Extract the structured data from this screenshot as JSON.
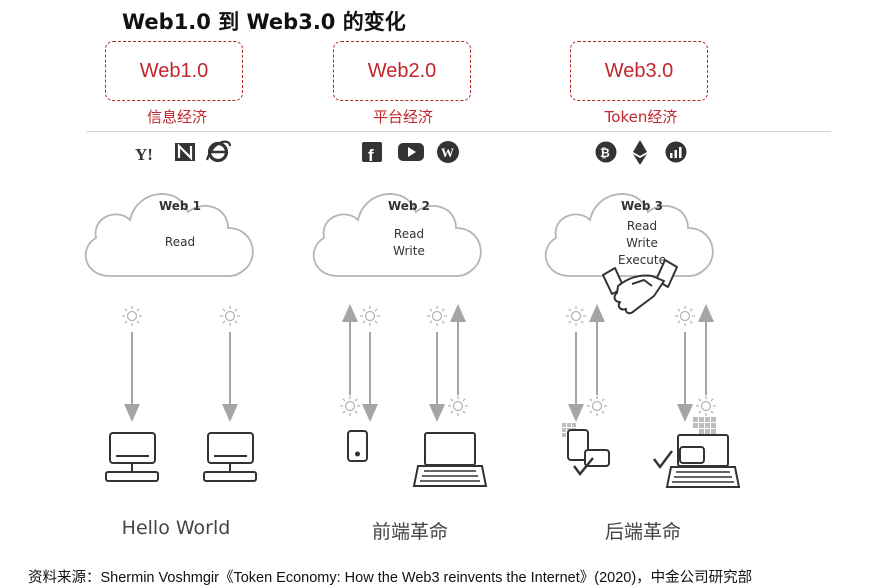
{
  "title": "Web1.0 到 Web3.0 的变化",
  "generations": [
    {
      "label": "Web1.0",
      "economy": "信息经济",
      "cloud_title": "Web 1",
      "cloud_lines": [
        "Read"
      ],
      "icons": [
        "yahoo-icon",
        "netscape-icon",
        "internet-explorer-icon"
      ],
      "bottom": "Hello World"
    },
    {
      "label": "Web2.0",
      "economy": "平台经济",
      "cloud_title": "Web 2",
      "cloud_lines": [
        "Read",
        "Write"
      ],
      "icons": [
        "facebook-icon",
        "youtube-icon",
        "wordpress-icon"
      ],
      "bottom": "前端革命"
    },
    {
      "label": "Web3.0",
      "economy": "Token经济",
      "cloud_title": "Web 3",
      "cloud_lines": [
        "Read",
        "Write",
        "Execute"
      ],
      "icons": [
        "bitcoin-icon",
        "ethereum-icon",
        "chart-coin-icon"
      ],
      "bottom": "后端革命"
    }
  ],
  "icon_glyphs": {
    "yahoo": "Y!",
    "facebook": "f",
    "wordpress": "W",
    "bitcoin": "₿"
  },
  "caption": "资料来源：Shermin Voshmgir《Token Economy: How the Web3 reinvents the Internet》(2020)，中金公司研究部",
  "colors": {
    "accent_red": "#c0262c",
    "diagram_gray": "#9a9a9a",
    "text_dark": "#222222"
  }
}
